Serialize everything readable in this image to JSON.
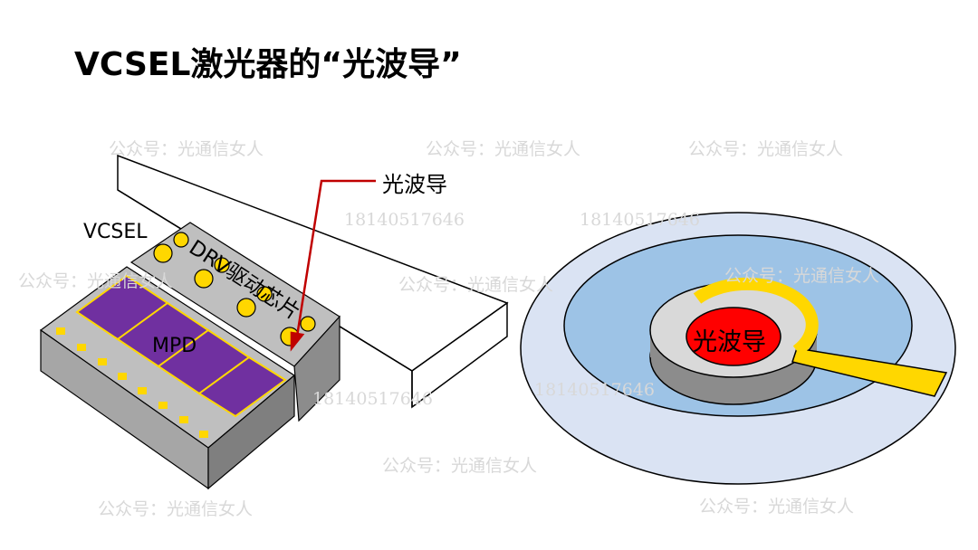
{
  "title": "VCSEL激光器的“光波导”",
  "labels": {
    "waveguide_callout": "光波导",
    "drv_chip": "DRV驱动芯片",
    "vcsel": "VCSEL",
    "mpd": "MPD",
    "waveguide_center": "光波导"
  },
  "watermarks": {
    "account": "公众号：光通信女人",
    "phone": "18140517646"
  },
  "colors": {
    "purple": "#7030a0",
    "gold": "#ffd700",
    "red": "#ff0000",
    "light_blue": "#dae3f3",
    "blue": "#9dc3e6",
    "gray": "#a6a6a6"
  }
}
